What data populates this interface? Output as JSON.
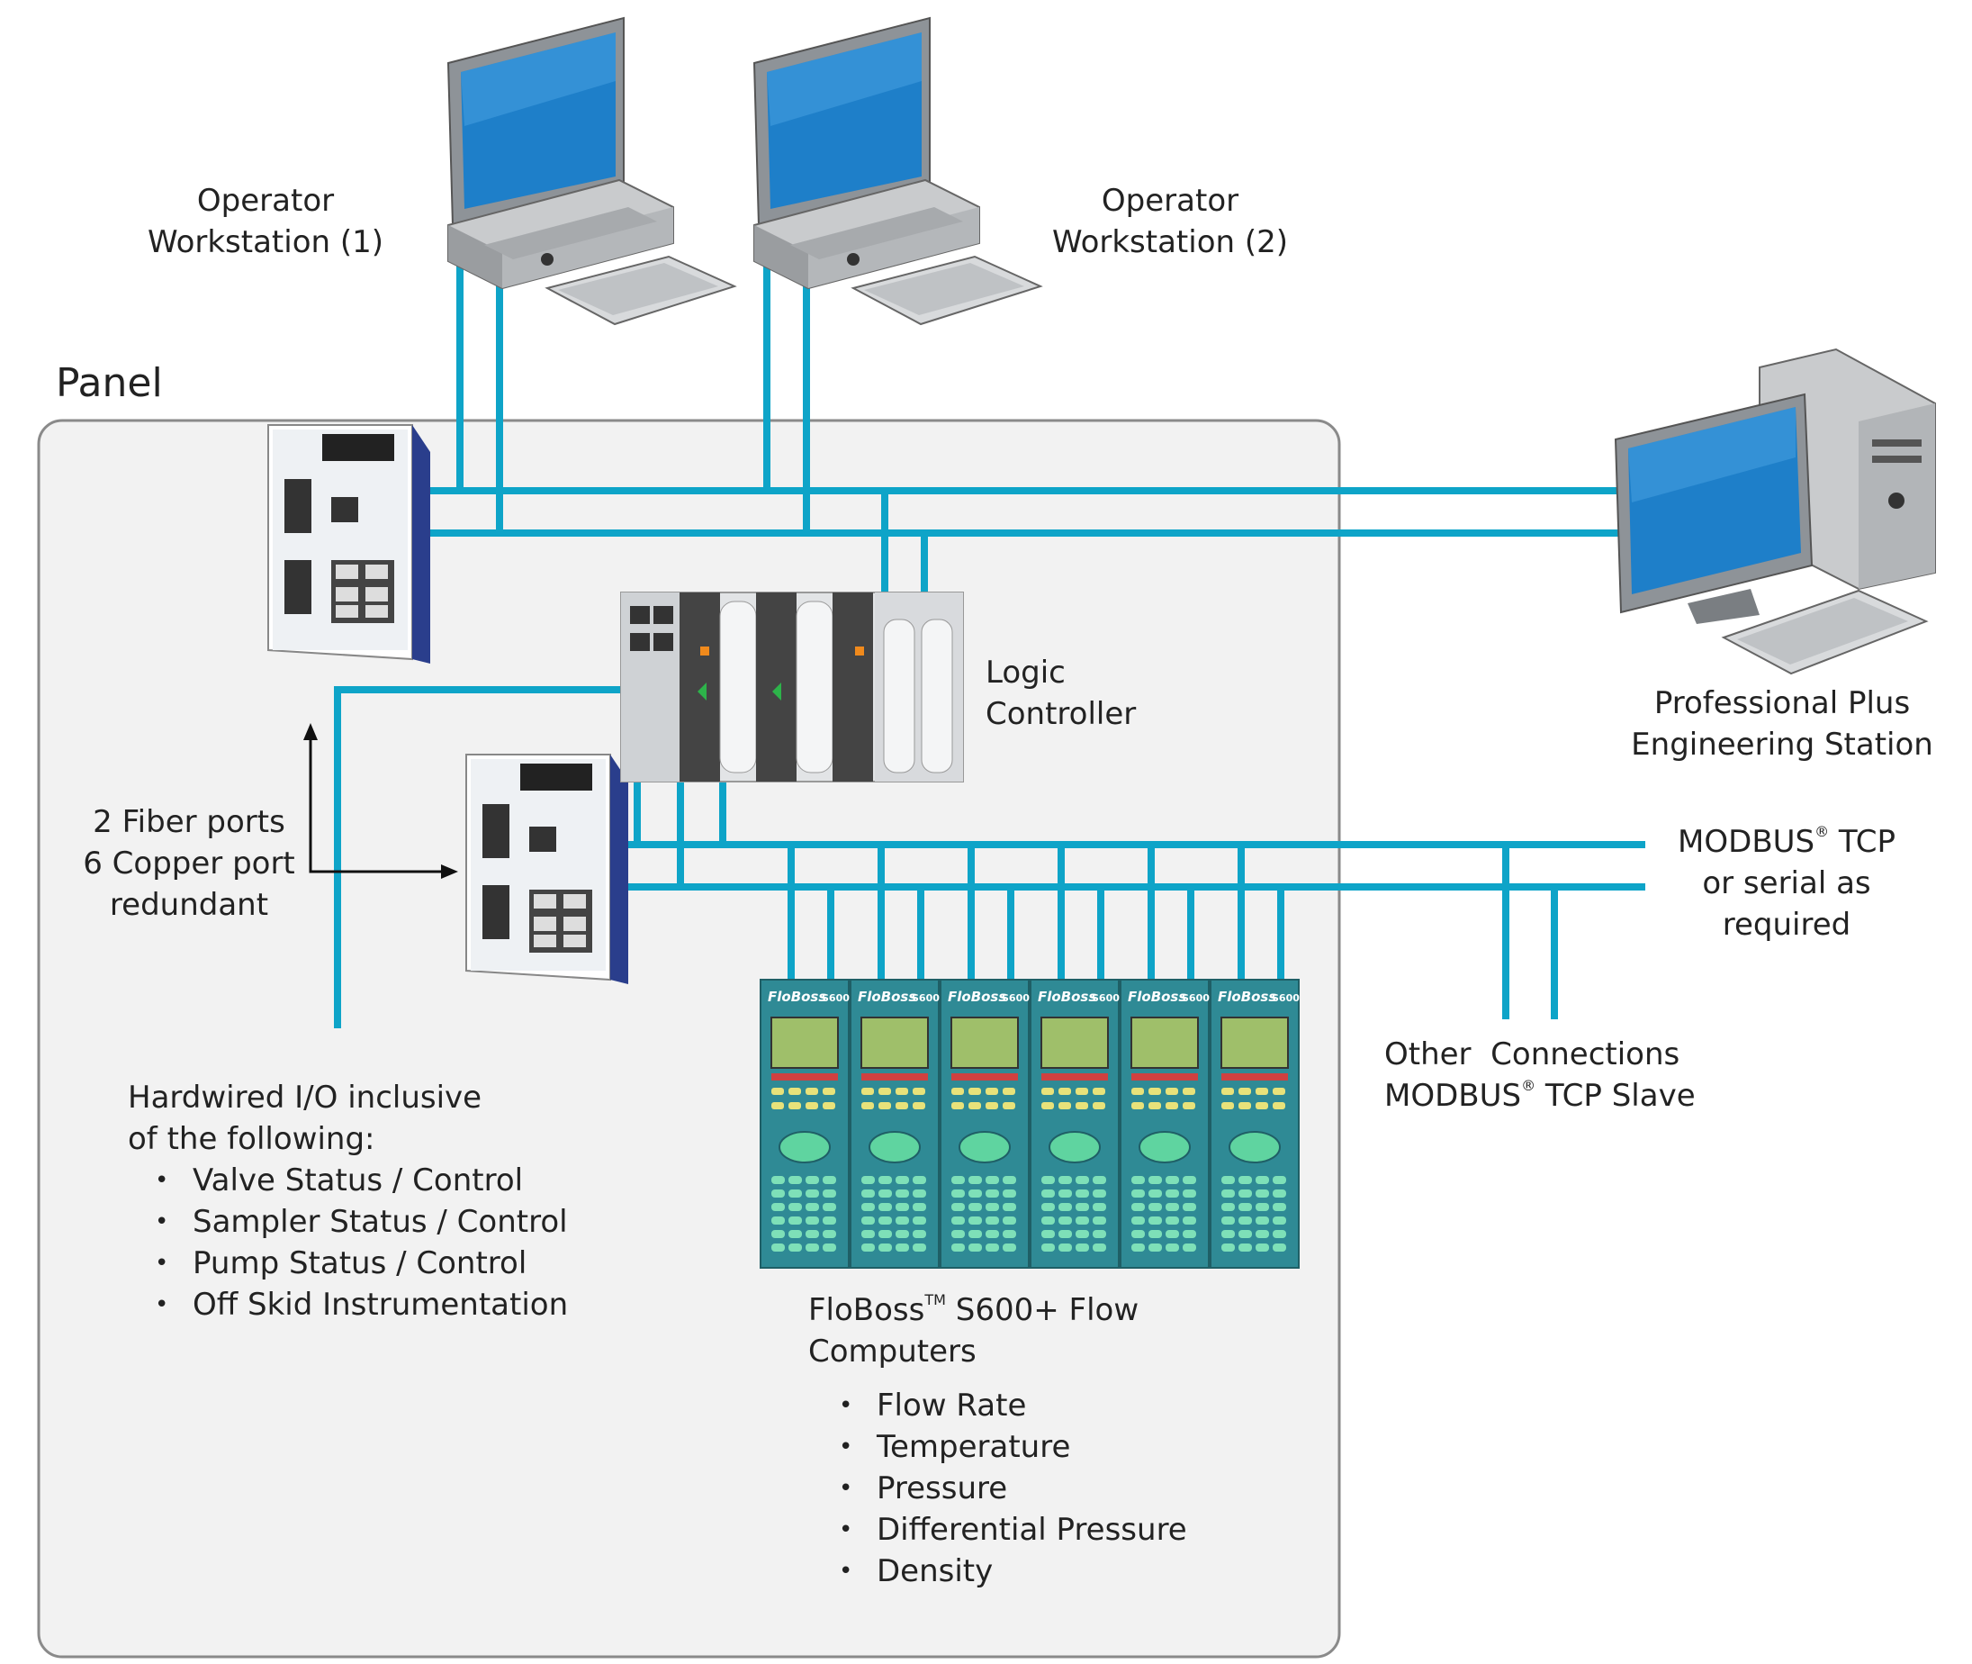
{
  "colors": {
    "network_line": "#0ea4c8",
    "panel_fill": "#f2f2f2",
    "panel_border": "#8a8a8a",
    "screen": "#1e7fc9",
    "switch_blue": "#2a3e8c",
    "flow_computer": "#2f8a95"
  },
  "panel_title": "Panel",
  "workstation1": {
    "line1": "Operator",
    "line2": "Workstation (1)"
  },
  "workstation2": {
    "line1": "Operator",
    "line2": "Workstation (2)"
  },
  "engineering_station": {
    "line1": "Professional Plus",
    "line2": "Engineering Station"
  },
  "logic_controller": {
    "line1": "Logic",
    "line2": "Controller"
  },
  "switch_note": {
    "line1": "2 Fiber ports",
    "line2": "6 Copper port",
    "line3": "redundant"
  },
  "modbus": {
    "line1_main": "MODBUS",
    "line1_reg": "®",
    "line1_tail": " TCP",
    "line2": "or serial as",
    "line3": "required"
  },
  "other_connections": {
    "line1": "Other  Connections",
    "line2_main": "MODBUS",
    "line2_reg": "®",
    "line2_tail": " TCP Slave"
  },
  "hardwired": {
    "line1": "Hardwired I/O inclusive",
    "line2": "of the following:",
    "items": [
      "Valve Status / Control",
      "Sampler Status / Control",
      "Pump Status / Control",
      "Off Skid Instrumentation"
    ]
  },
  "floboss": {
    "line1_a": "FloBoss",
    "line1_tm": "TM",
    "line1_b": " S600+ Flow",
    "line2": "Computers",
    "items": [
      "Flow Rate",
      "Temperature",
      "Pressure",
      "Differential Pressure",
      "Density"
    ],
    "device_brand": "FloBoss",
    "device_model": "S600",
    "count": 6
  }
}
